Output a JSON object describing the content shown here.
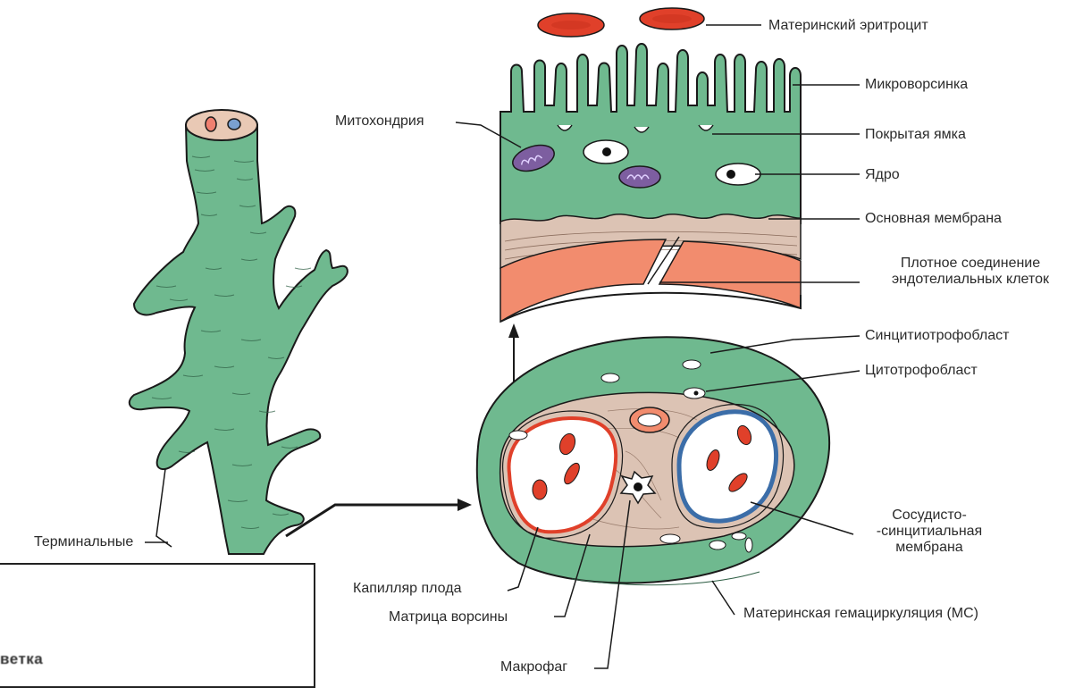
{
  "colors": {
    "villus_green": "#6fb98f",
    "villus_dark": "#2f5f45",
    "erythrocyte": "#e0402a",
    "endothelium": "#f28c6e",
    "basement": "#dcc3b4",
    "mitochondria": "#7d5ea0",
    "vessel_blue": "#3b6da8",
    "stroke": "#1a1a1a"
  },
  "labels": {
    "maternal_erythrocyte": "Материнский эритроцит",
    "microvillus": "Микроворсинка",
    "mitochondria": "Митохондрия",
    "coated_pit": "Покрытая ямка",
    "nucleus": "Ядро",
    "basement_membrane": "Основная мембрана",
    "tight_junction_line1": "Плотное соединение",
    "tight_junction_line2": "эндотелиальных клеток",
    "syncytiotrophoblast": "Синцитиотрофобласт",
    "cytotrophoblast": "Цитотрофобласт",
    "vasculo_line1": "Сосудисто-",
    "vasculo_line2": "-синцитиальная",
    "vasculo_line3": "мембрана",
    "fetal_capillary": "Капилляр плода",
    "villus_matrix": "Матрица ворсины",
    "macrophage": "Макрофаг",
    "maternal_circulation": "Материнская гемациркуляция (МС)",
    "terminal": "Терминальные",
    "inset_text": "ветка"
  }
}
